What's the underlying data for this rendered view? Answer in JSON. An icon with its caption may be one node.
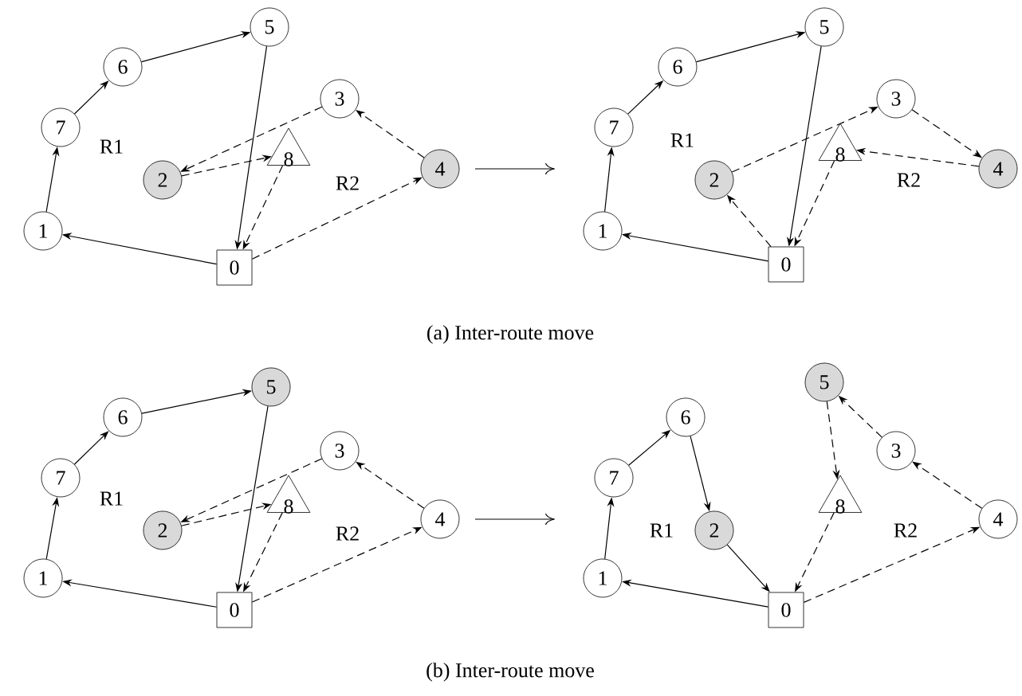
{
  "diagram": {
    "nodes": [
      {
        "text": [
          "0"
        ]
      },
      {
        "text": [
          "1"
        ]
      },
      {
        "text": [
          "2"
        ]
      },
      {
        "text": [
          "3"
        ]
      },
      {
        "text": [
          "4"
        ]
      },
      {
        "text": [
          "5"
        ]
      },
      {
        "text": [
          "6"
        ]
      },
      {
        "text": [
          "7"
        ]
      },
      {
        "text": [
          "8"
        ]
      },
      {
        "text": [
          "0"
        ]
      },
      {
        "text": [
          "1"
        ]
      },
      {
        "text": [
          "2"
        ]
      },
      {
        "text": [
          "3"
        ]
      },
      {
        "text": [
          "4"
        ]
      },
      {
        "text": [
          "5"
        ]
      },
      {
        "text": [
          "6"
        ]
      },
      {
        "text": [
          "7"
        ]
      },
      {
        "text": [
          "8"
        ]
      },
      {
        "text": [
          "0"
        ]
      },
      {
        "text": [
          "1"
        ]
      },
      {
        "text": [
          "2"
        ]
      },
      {
        "text": [
          "3"
        ]
      },
      {
        "text": [
          "4"
        ]
      },
      {
        "text": [
          "5"
        ]
      },
      {
        "text": [
          "6"
        ]
      },
      {
        "text": [
          "7"
        ]
      },
      {
        "text": [
          "8"
        ]
      },
      {
        "text": [
          "0"
        ]
      },
      {
        "text": [
          "1"
        ]
      },
      {
        "text": [
          "2"
        ]
      },
      {
        "text": [
          "3"
        ]
      },
      {
        "text": [
          "4"
        ]
      },
      {
        "text": [
          "5"
        ]
      },
      {
        "text": [
          "6"
        ]
      },
      {
        "text": [
          "7"
        ]
      },
      {
        "text": [
          "8"
        ]
      }
    ],
    "edges": [
      {
        "from": 0,
        "to": 1,
        "arrow": "to"
      },
      {
        "from": 1,
        "to": 7,
        "arrow": "to"
      },
      {
        "from": 7,
        "to": 6,
        "arrow": "to"
      },
      {
        "from": 6,
        "to": 5,
        "arrow": "to"
      },
      {
        "from": 5,
        "to": 0,
        "arrow": "to"
      },
      {
        "from": 3,
        "to": 2,
        "arrow": "to",
        "style": "dashed"
      },
      {
        "from": 2,
        "to": 8,
        "arrow": "to",
        "style": "dashed"
      },
      {
        "from": 8,
        "to": 0,
        "arrow": "to",
        "style": "dashed"
      },
      {
        "from": 0,
        "to": 4,
        "arrow": "to",
        "style": "dashed"
      },
      {
        "from": 4,
        "to": 3,
        "arrow": "to",
        "style": "dashed"
      },
      {
        "from": 9,
        "to": 10,
        "arrow": "to"
      },
      {
        "from": 10,
        "to": 16,
        "arrow": "to"
      },
      {
        "from": 16,
        "to": 15,
        "arrow": "to"
      },
      {
        "from": 15,
        "to": 14,
        "arrow": "to"
      },
      {
        "from": 14,
        "to": 9,
        "arrow": "to"
      },
      {
        "from": 9,
        "to": 11,
        "arrow": "to",
        "style": "dashed"
      },
      {
        "from": 11,
        "to": 12,
        "arrow": "to",
        "style": "dashed"
      },
      {
        "from": 12,
        "to": 13,
        "arrow": "to",
        "style": "dashed"
      },
      {
        "from": 13,
        "to": 17,
        "arrow": "to",
        "style": "dashed"
      },
      {
        "from": 17,
        "to": 9,
        "arrow": "to",
        "style": "dashed"
      },
      {
        "from": 18,
        "to": 19,
        "arrow": "to"
      },
      {
        "from": 19,
        "to": 25,
        "arrow": "to"
      },
      {
        "from": 25,
        "to": 24,
        "arrow": "to"
      },
      {
        "from": 24,
        "to": 23,
        "arrow": "to"
      },
      {
        "from": 23,
        "to": 18,
        "arrow": "to"
      },
      {
        "from": 21,
        "to": 20,
        "arrow": "to",
        "style": "dashed"
      },
      {
        "from": 20,
        "to": 26,
        "arrow": "to",
        "style": "dashed"
      },
      {
        "from": 26,
        "to": 18,
        "arrow": "to",
        "style": "dashed"
      },
      {
        "from": 18,
        "to": 22,
        "arrow": "to",
        "style": "dashed"
      },
      {
        "from": 22,
        "to": 21,
        "arrow": "to",
        "style": "dashed"
      },
      {
        "from": 27,
        "to": 28,
        "arrow": "to"
      },
      {
        "from": 28,
        "to": 34,
        "arrow": "to"
      },
      {
        "from": 34,
        "to": 33,
        "arrow": "to"
      },
      {
        "from": 33,
        "to": 29,
        "arrow": "to"
      },
      {
        "from": 29,
        "to": 27,
        "arrow": "to"
      },
      {
        "from": 27,
        "to": 31,
        "arrow": "to",
        "style": "dashed"
      },
      {
        "from": 31,
        "to": 30,
        "arrow": "to",
        "style": "dashed"
      },
      {
        "from": 30,
        "to": 32,
        "arrow": "to",
        "style": "dashed"
      },
      {
        "from": 32,
        "to": 35,
        "arrow": "to",
        "style": "dashed"
      },
      {
        "from": 35,
        "to": 27,
        "arrow": "to",
        "style": "dashed"
      }
    ],
    "labels": [
      "R1",
      "R2",
      "R1",
      "R2",
      "(a) Inter-route move",
      "R1",
      "R2",
      "R1",
      "R2",
      "(b) Inter-route move"
    ]
  }
}
